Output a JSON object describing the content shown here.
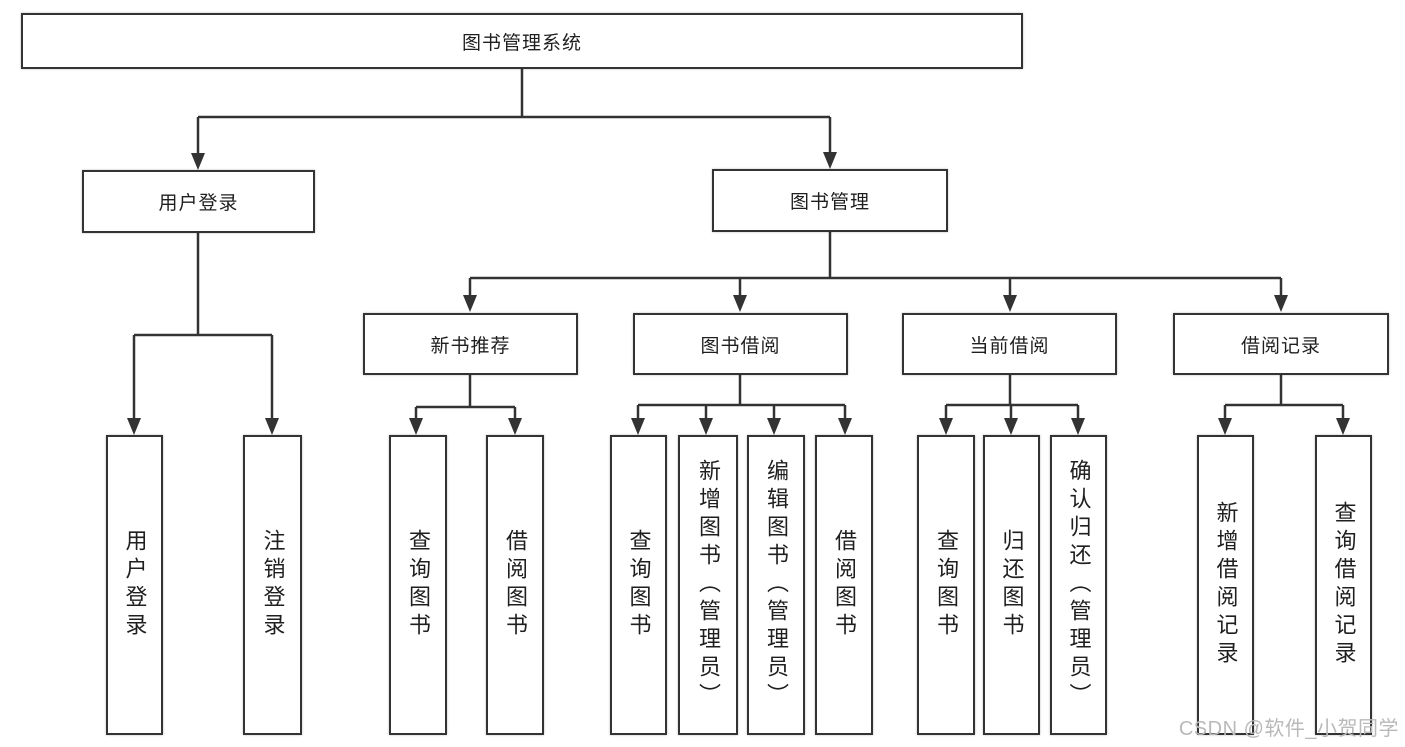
{
  "nodes": {
    "root": "图书管理系统",
    "user_login": "用户登录",
    "book_management": "图书管理",
    "new_book_recommend": "新书推荐",
    "book_borrow": "图书借阅",
    "current_borrow": "当前借阅",
    "borrow_record": "借阅记录",
    "leaf_user_login": "用户登录",
    "leaf_logout": "注销登录",
    "leaf_recommend_query_book": "查询图书",
    "leaf_recommend_borrow_book": "借阅图书",
    "leaf_borrow_query_book": "查询图书",
    "leaf_borrow_add_book": "新增图书（管理员）",
    "leaf_borrow_edit_book": "编辑图书（管理员）",
    "leaf_borrow_borrow_book": "借阅图书",
    "leaf_current_query_book": "查询图书",
    "leaf_current_return_book": "归还图书",
    "leaf_current_confirm_return": "确认归还（管理员）",
    "leaf_record_add": "新增借阅记录",
    "leaf_record_query": "查询借阅记录"
  },
  "watermark": "CSDN @软件_小贺同学",
  "colors": {
    "line": "#333333",
    "text": "#1f1f1f",
    "watermark": "#b9b9b9",
    "background": "#ffffff"
  }
}
